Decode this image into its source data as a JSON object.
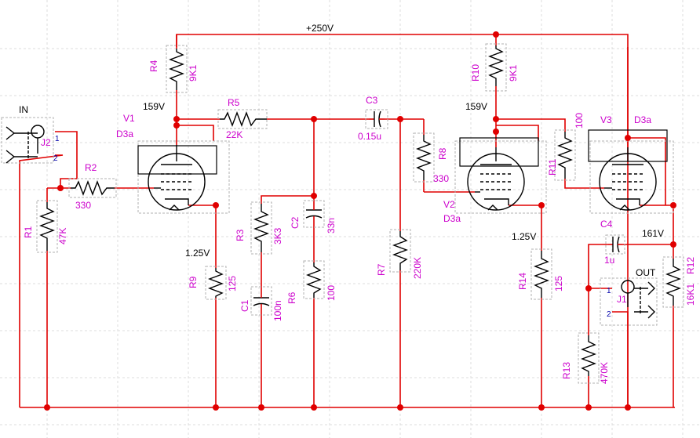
{
  "supply_label": "+250V",
  "input": {
    "label": "IN",
    "ref": "J2",
    "pin1": "1",
    "pin2": "2"
  },
  "output": {
    "label": "OUT",
    "ref": "J1",
    "pin1": "1",
    "pin2": "2"
  },
  "tubes": [
    {
      "ref": "V1",
      "type": "D3a"
    },
    {
      "ref": "V2",
      "type": "D3a"
    },
    {
      "ref": "V3",
      "type": "D3a"
    }
  ],
  "resistors": {
    "R1": "47K",
    "R2": "330",
    "R3": "3K3",
    "R4": "9K1",
    "R5": "22K",
    "R6": "100",
    "R7": "220K",
    "R8": "330",
    "R9": "125",
    "R10": "9K1",
    "R11": "100",
    "R12": "16K1",
    "R13": "470K",
    "R14": "125"
  },
  "capacitors": {
    "C1": "100n",
    "C2": "33n",
    "C3": "0.15u",
    "C4": "1u"
  },
  "voltages": {
    "v1_plate": "159V",
    "v1_cathode": "1.25V",
    "v2_plate": "159V",
    "v2_cathode": "1.25V",
    "v3_cathode": "161V"
  },
  "colors": {
    "wire": "#e00000",
    "label": "#cc00cc",
    "component": "#000000",
    "background": "#ffffff"
  }
}
